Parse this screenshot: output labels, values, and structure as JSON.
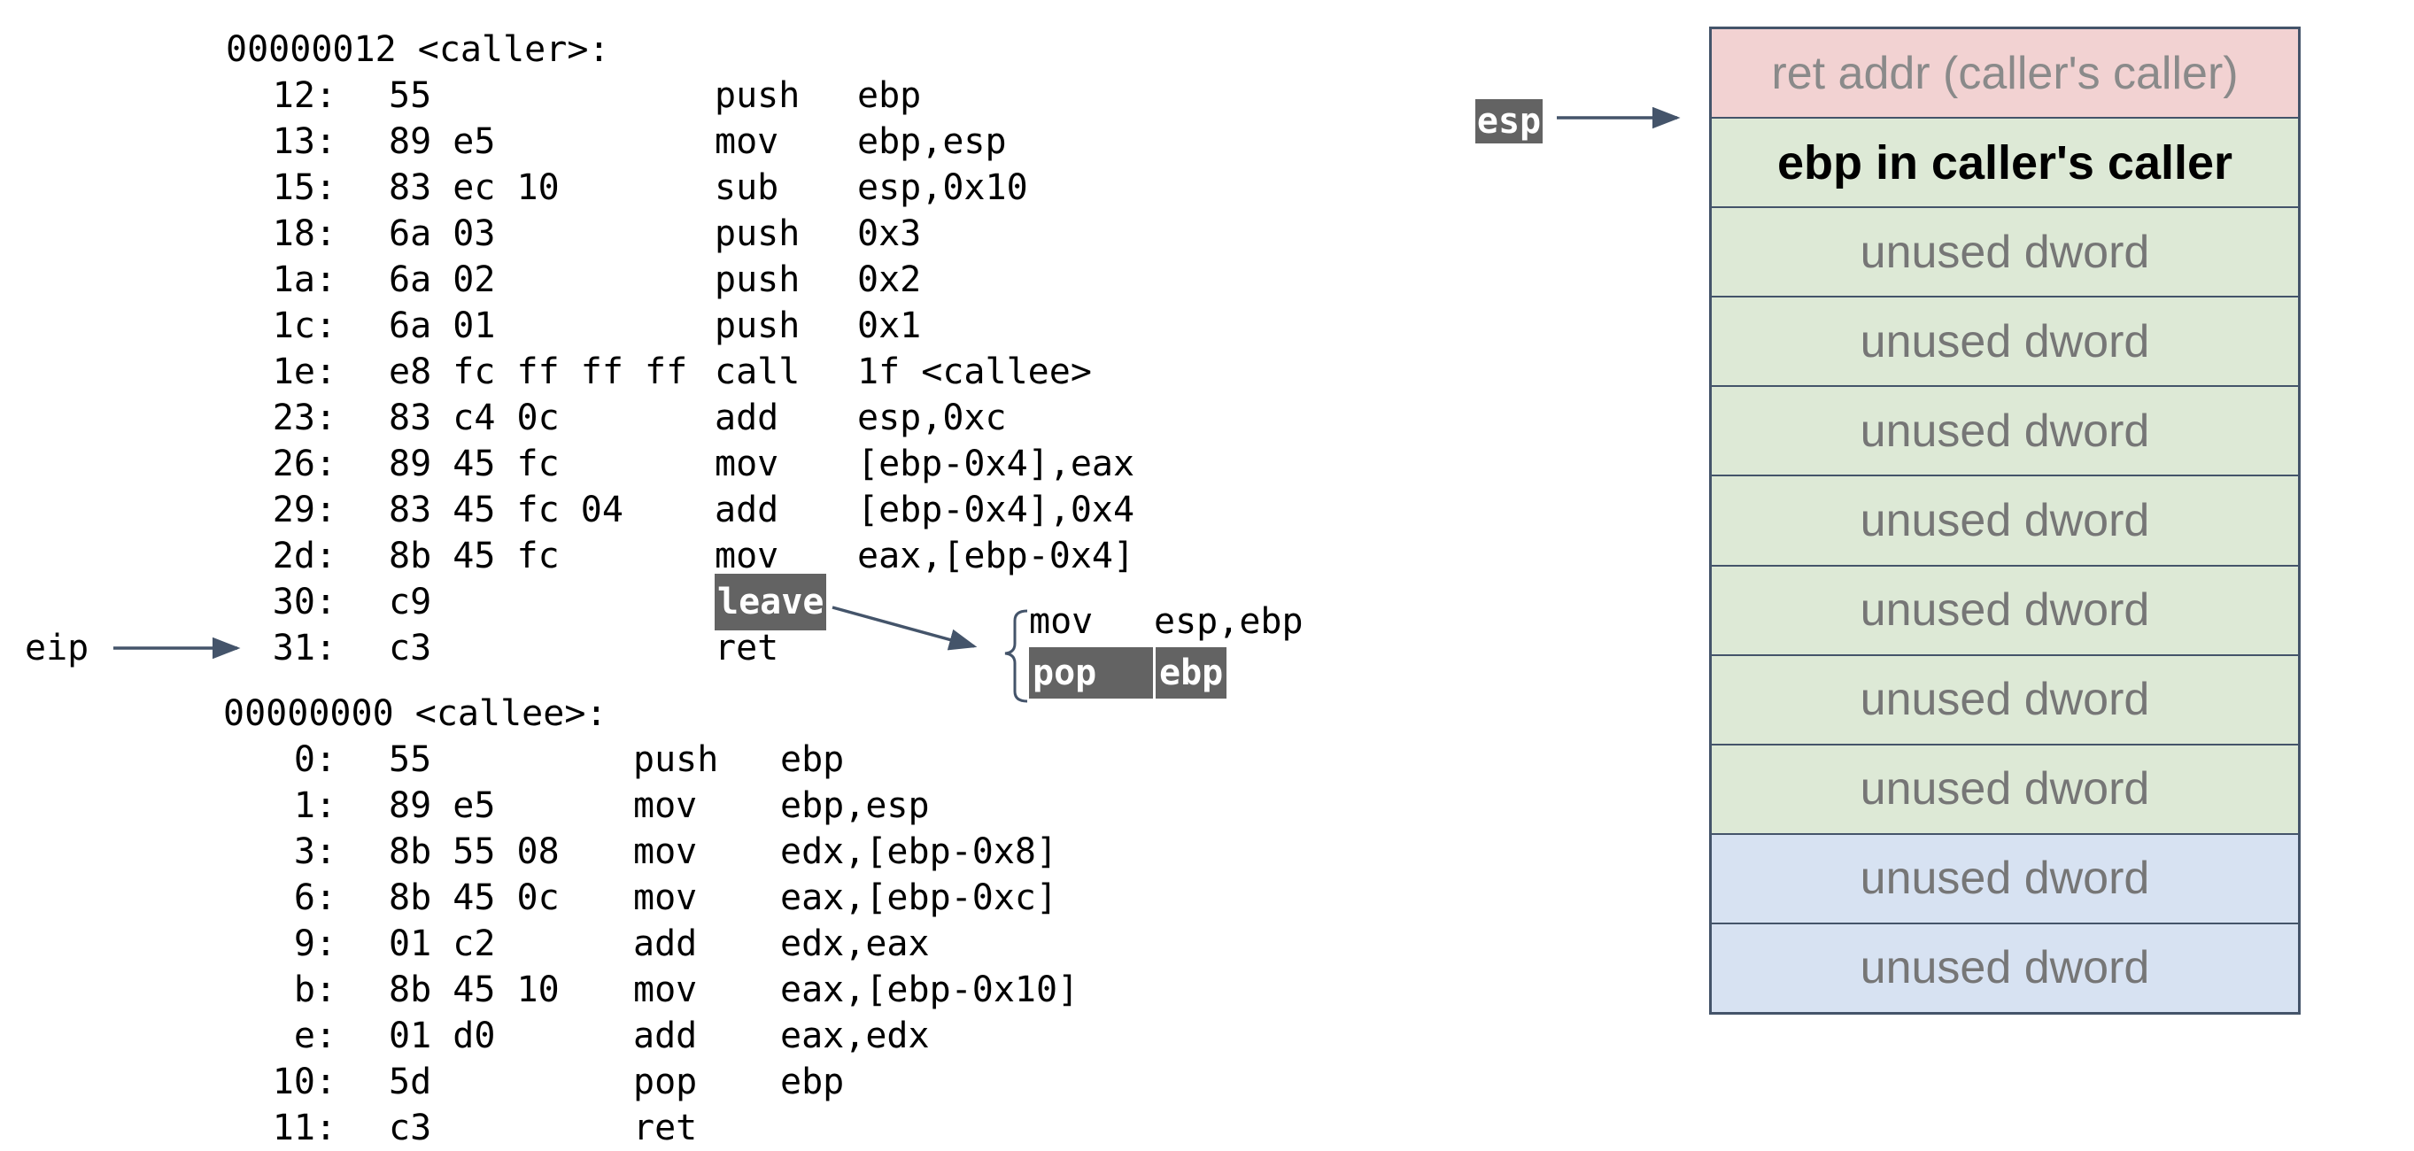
{
  "caller": {
    "header": "00000012 <caller>:",
    "lines": [
      {
        "addr": "12:",
        "bytes": "55",
        "mnemonic": "push",
        "operands": "ebp"
      },
      {
        "addr": "13:",
        "bytes": "89 e5",
        "mnemonic": "mov",
        "operands": "ebp,esp"
      },
      {
        "addr": "15:",
        "bytes": "83 ec 10",
        "mnemonic": "sub",
        "operands": "esp,0x10"
      },
      {
        "addr": "18:",
        "bytes": "6a 03",
        "mnemonic": "push",
        "operands": "0x3"
      },
      {
        "addr": "1a:",
        "bytes": "6a 02",
        "mnemonic": "push",
        "operands": "0x2"
      },
      {
        "addr": "1c:",
        "bytes": "6a 01",
        "mnemonic": "push",
        "operands": "0x1"
      },
      {
        "addr": "1e:",
        "bytes": "e8 fc ff ff ff",
        "mnemonic": "call",
        "operands": "1f <callee>"
      },
      {
        "addr": "23:",
        "bytes": "83 c4 0c",
        "mnemonic": "add",
        "operands": "esp,0xc"
      },
      {
        "addr": "26:",
        "bytes": "89 45 fc",
        "mnemonic": "mov",
        "operands": "[ebp-0x4],eax"
      },
      {
        "addr": "29:",
        "bytes": "83 45 fc 04",
        "mnemonic": "add",
        "operands": "[ebp-0x4],0x4"
      },
      {
        "addr": "2d:",
        "bytes": "8b 45 fc",
        "mnemonic": "mov",
        "operands": "eax,[ebp-0x4]"
      },
      {
        "addr": "30:",
        "bytes": "c9",
        "mnemonic": "leave",
        "operands": ""
      },
      {
        "addr": "31:",
        "bytes": "c3",
        "mnemonic": "ret",
        "operands": ""
      }
    ]
  },
  "callee": {
    "header": "00000000 <callee>:",
    "lines": [
      {
        "addr": "0:",
        "bytes": "55",
        "mnemonic": "push",
        "operands": "ebp"
      },
      {
        "addr": "1:",
        "bytes": "89 e5",
        "mnemonic": "mov",
        "operands": "ebp,esp"
      },
      {
        "addr": "3:",
        "bytes": "8b 55 08",
        "mnemonic": "mov",
        "operands": "edx,[ebp-0x8]"
      },
      {
        "addr": "6:",
        "bytes": "8b 45 0c",
        "mnemonic": "mov",
        "operands": "eax,[ebp-0xc]"
      },
      {
        "addr": "9:",
        "bytes": "01 c2",
        "mnemonic": "add",
        "operands": "edx,eax"
      },
      {
        "addr": "b:",
        "bytes": "8b 45 10",
        "mnemonic": "mov",
        "operands": "eax,[ebp-0x10]"
      },
      {
        "addr": "e:",
        "bytes": "01 d0",
        "mnemonic": "add",
        "operands": "eax,edx"
      },
      {
        "addr": "10:",
        "bytes": "5d",
        "mnemonic": "pop",
        "operands": "ebp"
      },
      {
        "addr": "11:",
        "bytes": "c3",
        "mnemonic": "ret",
        "operands": ""
      }
    ]
  },
  "registers": {
    "eip_label": "eip",
    "esp_label": "esp"
  },
  "leave_expansion": {
    "line1_mnemonic": "mov",
    "line1_operands": "esp,ebp",
    "line2_mnemonic": "pop",
    "line2_operands": "ebp"
  },
  "stack": {
    "rows": [
      {
        "label": "ret addr (caller's caller)",
        "type": "ret-addr"
      },
      {
        "label": "ebp in caller's caller",
        "type": "saved-ebp"
      },
      {
        "label": "unused dword",
        "type": "unused-green"
      },
      {
        "label": "unused dword",
        "type": "unused-green"
      },
      {
        "label": "unused dword",
        "type": "unused-green"
      },
      {
        "label": "unused dword",
        "type": "unused-green"
      },
      {
        "label": "unused dword",
        "type": "unused-green"
      },
      {
        "label": "unused dword",
        "type": "unused-green"
      },
      {
        "label": "unused dword",
        "type": "unused-green"
      },
      {
        "label": "unused dword",
        "type": "unused-blue"
      },
      {
        "label": "unused dword",
        "type": "unused-blue"
      }
    ]
  },
  "colors": {
    "arrow": "#44546a",
    "highlight_bg": "#636363",
    "highlight_text": "#ffffff",
    "row_pink": "#f2d2d2",
    "row_green": "#dde9d6",
    "row_blue": "#d7e2f2",
    "stack_border": "#44546a",
    "muted_text": "#767676"
  }
}
